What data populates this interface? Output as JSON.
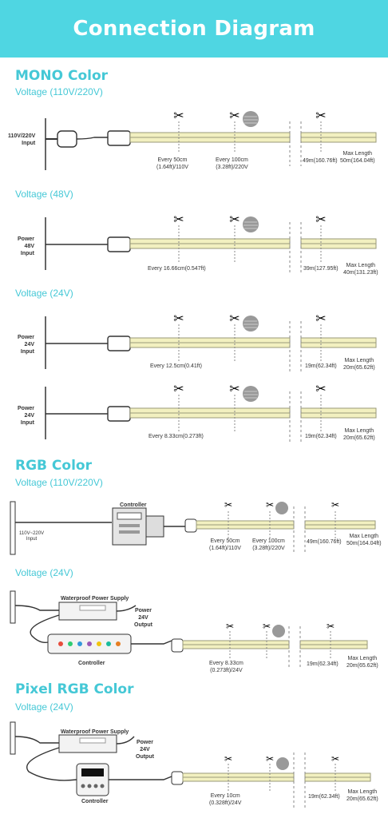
{
  "header": {
    "title": "Connection Diagram"
  },
  "mono": {
    "title": "MONO Color",
    "v1": {
      "voltage": "Voltage (110V/220V)",
      "input": "110V/220V\nInput",
      "cut1": "Every 50cm\n(1.64ft)/110V",
      "cut2": "Every 100cm\n(3.28ft)/220V",
      "len": "49m(160.76ft)",
      "max": "Max Length\n50m(164.04ft)"
    },
    "v2": {
      "voltage": "Voltage (48V)",
      "input": "Power\n48V\nInput",
      "cut1": "Every 16.66cm(0.547ft)",
      "len": "39m(127.95ft)",
      "max": "Max Length\n40m(131.23ft)"
    },
    "v3": {
      "voltage": "Voltage (24V)",
      "input": "Power\n24V\nInput",
      "cut1": "Every 12.5cm(0.41ft)",
      "len": "19m(62.34ft)",
      "max": "Max Length\n20m(65.62ft)"
    },
    "v4": {
      "input": "Power\n24V\nInput",
      "cut1": "Every 8.33cm(0.273ft)",
      "len": "19m(62.34ft)",
      "max": "Max Length\n20m(65.62ft)"
    }
  },
  "rgb": {
    "title": "RGB Color",
    "v1": {
      "voltage": "Voltage (110V/220V)",
      "controller": "Controller",
      "input": "110V~220V\nInput",
      "cut1": "Every 50cm\n(1.64ft)/110V",
      "cut2": "Every 100cm\n(3.28ft)/220V",
      "len": "49m(160.76ft)",
      "max": "Max Length\n50m(164.04ft)"
    },
    "v2": {
      "voltage": "Voltage (24V)",
      "psu": "Waterproof Power Supply",
      "output": "Power\n24V\nOutput",
      "controller": "Controller",
      "cut1": "Every 8.33cm\n(0.273ft)/24V",
      "len": "19m(62.34ft)",
      "max": "Max Length\n20m(65.62ft)"
    }
  },
  "pixel": {
    "title": "Pixel RGB Color",
    "v1": {
      "voltage": "Voltage (24V)",
      "psu": "Waterproof Power Supply",
      "output": "Power\n24V\nOutput",
      "controller": "Controller",
      "cut1": "Every 10cm\n(0.328ft)/24V",
      "len": "19m(62.34ft)",
      "max": "Max Length\n20m(65.62ft)"
    }
  },
  "colors": {
    "accent": "#4fd6e2",
    "strip": "#f2f0c0",
    "strip_edge": "#9a9a7a"
  }
}
